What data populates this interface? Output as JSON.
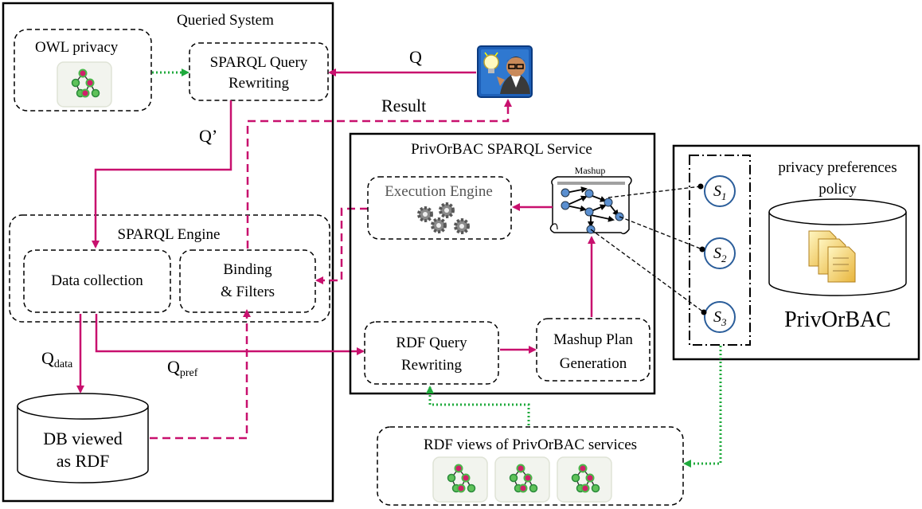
{
  "queried_system": {
    "title": "Queried System",
    "owl_privacy": "OWL privacy",
    "sparql_rewriting_line1": "SPARQL Query",
    "sparql_rewriting_line2": "Rewriting",
    "sparql_engine": "SPARQL Engine",
    "data_collection": "Data collection",
    "binding_line1": "Binding",
    "binding_line2": "& Filters",
    "db_line1": "DB viewed",
    "db_line2": "as RDF"
  },
  "edges": {
    "q": "Q",
    "result": "Result",
    "q_prime": "Q’",
    "q_data_main": "Q",
    "q_data_sub": "data",
    "q_pref_main": "Q",
    "q_pref_sub": "pref"
  },
  "service": {
    "title": "PrivOrBAC SPARQL Service",
    "execution_engine": "Execution Engine",
    "mashup": "Mashup",
    "rdf_rewriting_line1": "RDF Query",
    "rdf_rewriting_line2": "Rewriting",
    "plan_line1": "Mashup Plan",
    "plan_line2": "Generation"
  },
  "preferences": {
    "title_line1": "privacy preferences",
    "title_line2": "policy",
    "s1_main": "S",
    "s1_sub": "1",
    "s2_main": "S",
    "s2_sub": "2",
    "s3_main": "S",
    "s3_sub": "3",
    "db_label": "PrivOrBAC"
  },
  "rdf_views": {
    "title": "RDF views of PrivOrBAC services"
  },
  "colors": {
    "magenta": "#c8106e",
    "green": "#1faa3c",
    "black": "#000000"
  }
}
